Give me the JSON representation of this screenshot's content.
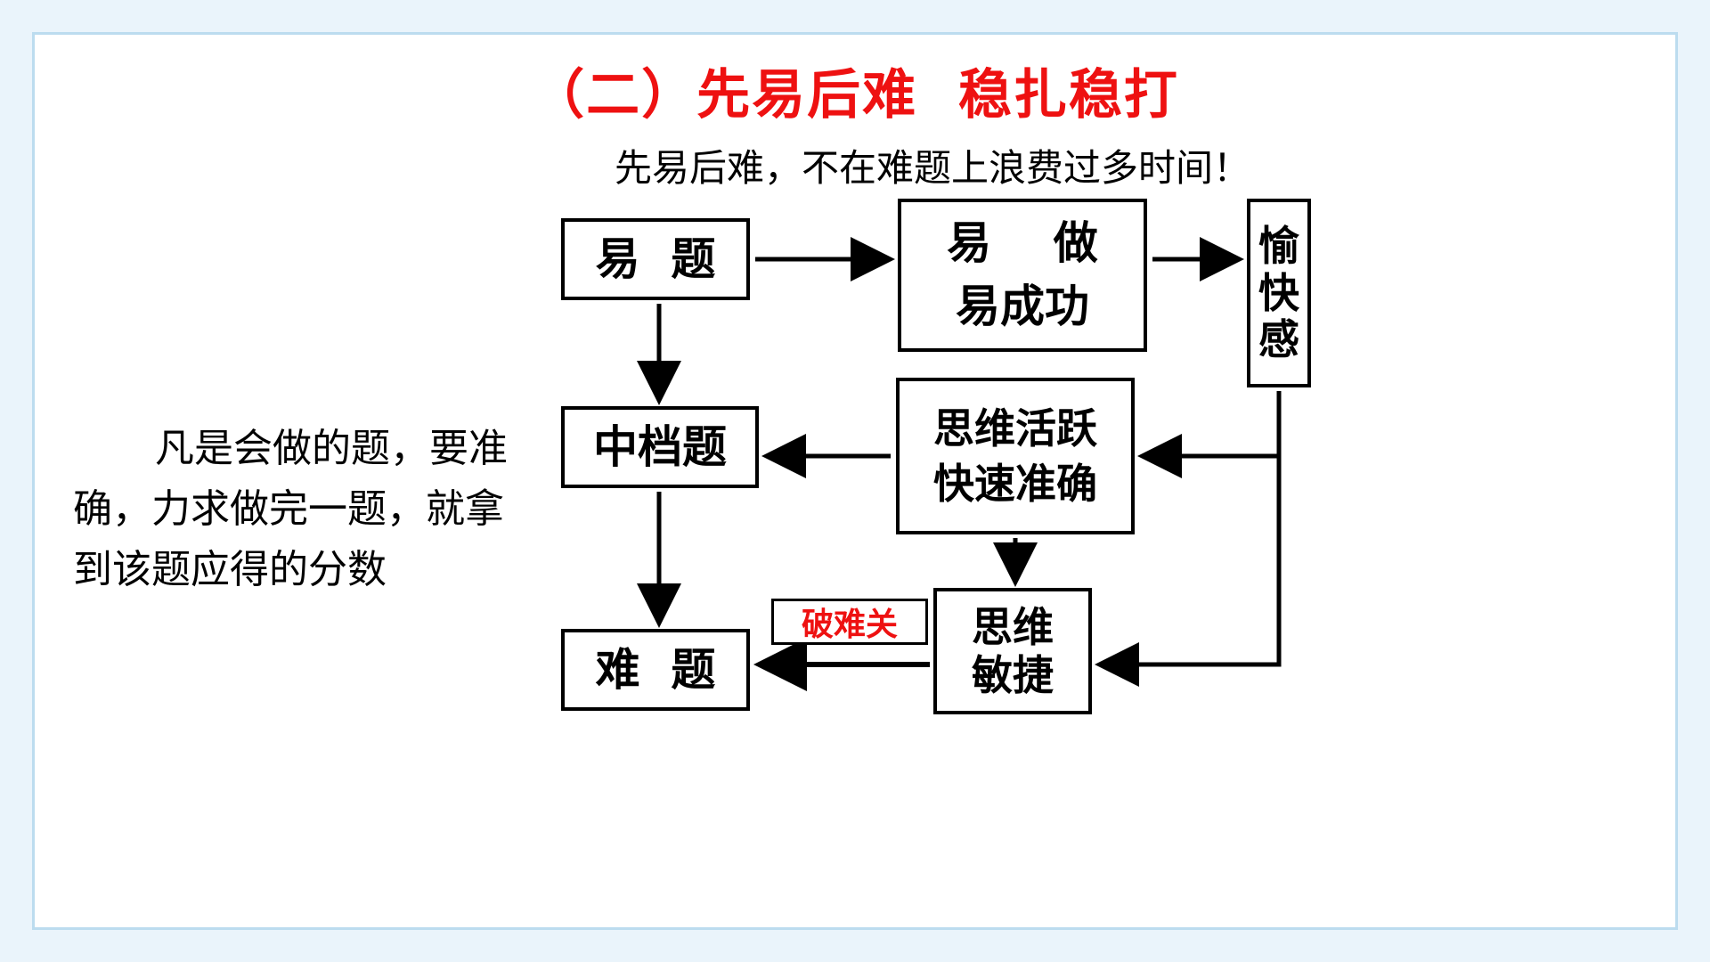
{
  "slide": {
    "title": "（二）先易后难  稳扎稳打",
    "subtitle": "先易后难，不在难题上浪费过多时间！",
    "title_color": "#ee1111",
    "border_color": "#bcdcef",
    "background_color": "#eaf4fb"
  },
  "paragraph": {
    "line1": "凡是会做的题，要准",
    "line2": "确，力求做完一题，就拿",
    "line3": "到该题应得的分数"
  },
  "diagram": {
    "boxes": {
      "easy": {
        "label": "易  题"
      },
      "easy_do": {
        "line1": "易    做",
        "line2": "易成功"
      },
      "pleasure": {
        "line1": "愉",
        "line2": "快",
        "line3": "感"
      },
      "medium": {
        "label": "中档题"
      },
      "active_mind": {
        "line1": "思维活跃",
        "line2": "快速准确"
      },
      "agile_mind": {
        "line1": "思维",
        "line2": "敏捷"
      },
      "hard": {
        "label": "难  题"
      }
    },
    "labels": {
      "break_hard": "破难关"
    }
  }
}
